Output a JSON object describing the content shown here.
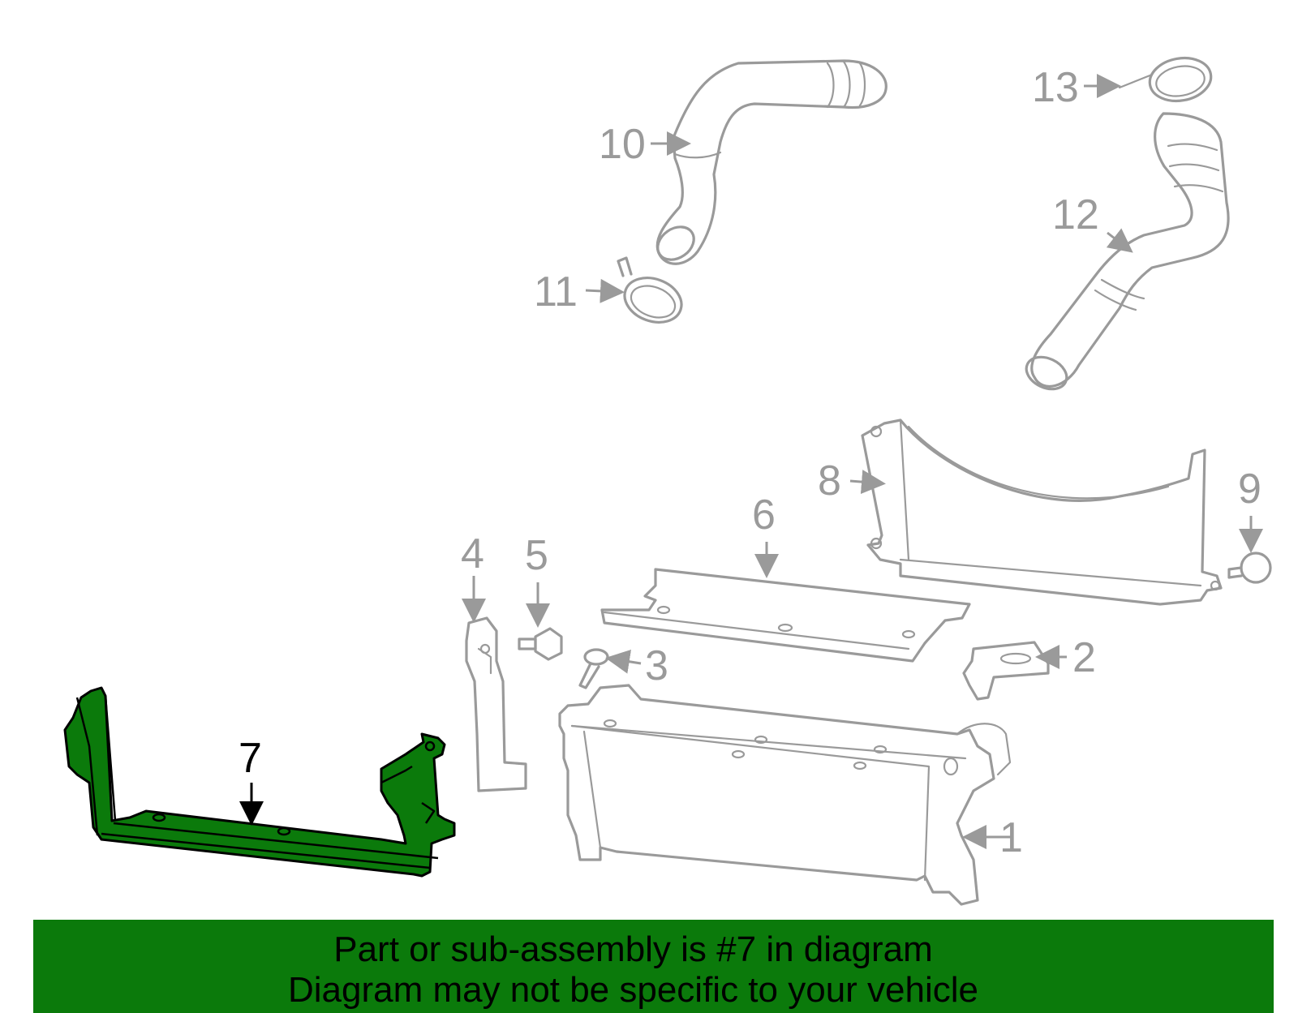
{
  "diagram": {
    "callouts": {
      "c1": "1",
      "c2": "2",
      "c3": "3",
      "c4": "4",
      "c5": "5",
      "c6": "6",
      "c7": "7",
      "c8": "8",
      "c9": "9",
      "c10": "10",
      "c11": "11",
      "c12": "12",
      "c13": "13"
    },
    "highlighted_part": "7",
    "colors": {
      "highlight": "#0b7a0b",
      "part_stroke": "#9a9a9a",
      "banner": "#0b7a0b"
    }
  },
  "banner": {
    "line1": "Part or sub-assembly is #7 in diagram",
    "line2": "Diagram may not be specific to your vehicle"
  }
}
